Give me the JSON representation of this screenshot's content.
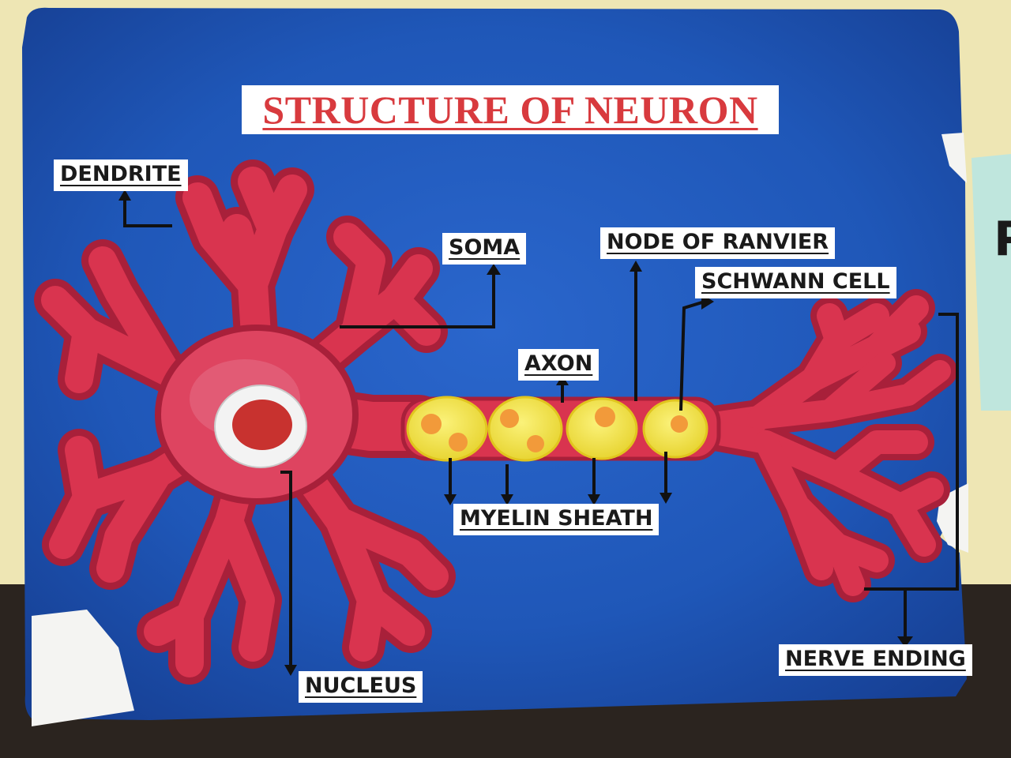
{
  "poster": {
    "title": "STRUCTURE OF NEURON",
    "labels": {
      "dendrite": "DENDRITE",
      "soma": "SOMA",
      "node_of_ranvier": "NODE OF RANVIER",
      "schwann_cell": "SCHWANN CELL",
      "axon": "AXON",
      "myelin_sheath": "MYELIN SHEATH",
      "nucleus": "NUCLEUS",
      "nerve_ending": "NERVE ENDING"
    },
    "side_card_letter": "P"
  },
  "colors": {
    "board_blue": "#1f57b8",
    "neuron_red": "#d9344f",
    "myelin_yellow": "#f3e64a",
    "schwann_orange": "#f29a3a",
    "nucleus_red": "#c8322f",
    "title_red": "#d83a3e",
    "wall": "#eee6b4",
    "side_card": "#bfe6dd"
  }
}
